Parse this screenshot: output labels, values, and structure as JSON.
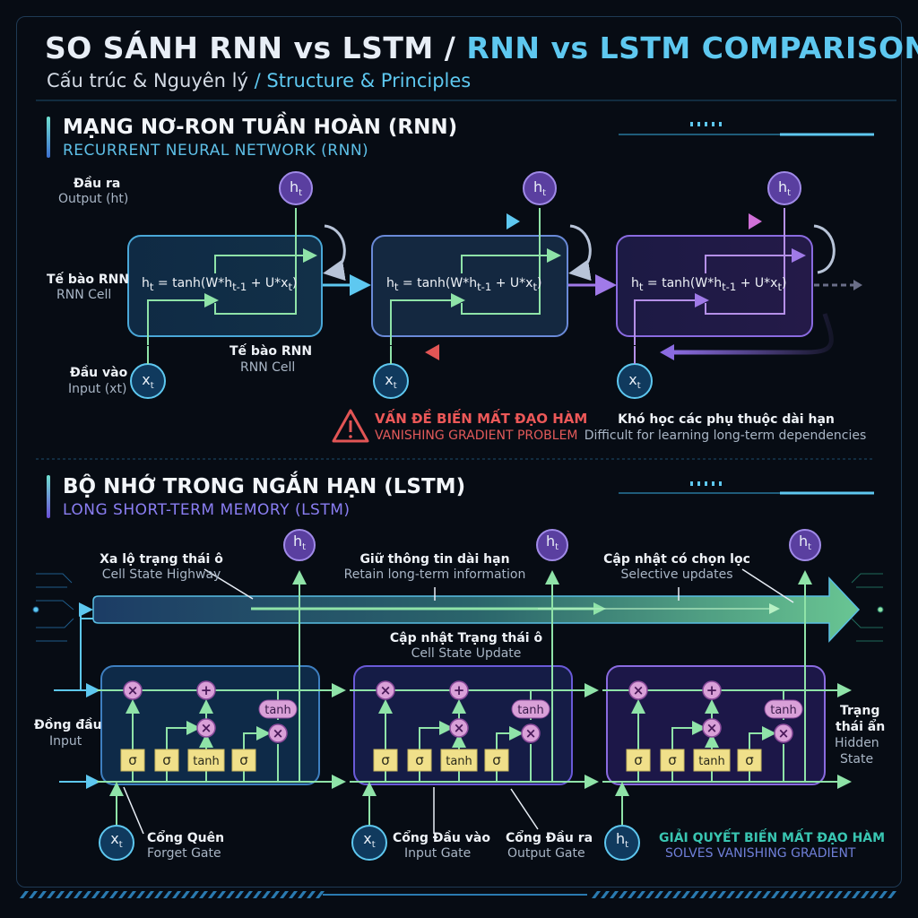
{
  "header": {
    "title_vi": "SO SÁNH RNN vs LSTM /",
    "title_en": "RNN vs LSTM COMPARISON",
    "subtitle_vi": "Cấu trúc & Nguyên lý",
    "subtitle_en": "/ Structure & Principles"
  },
  "rnn": {
    "title": "MẠNG NƠ-RON TUẦN HOÀN (RNN)",
    "subtitle": "RECURRENT NEURAL NETWORK (RNN)",
    "output_vi": "Đầu ra",
    "output_en": "Output (ht)",
    "cell_vi": "Tế bào RNN",
    "cell_en": "RNN Cell",
    "input_vi": "Đầu vào",
    "input_en": "Input (xt)",
    "cell2_vi": "Tế bào RNN",
    "cell2_en": "RNN Cell",
    "formula": "h_t = tanh(W*h_t-1 + U*x_t)",
    "node_h": "h_t",
    "node_x": "x_t",
    "warning_vi": "VẤN ĐỀ BIẾN MẤT ĐẠO HÀM",
    "warning_en": "VANISHING GRADIENT PROBLEM",
    "difficulty_vi": "Khó học các phụ thuộc dài hạn",
    "difficulty_en": "Difficult for learning long-term dependencies"
  },
  "lstm": {
    "title": "BỘ NHỚ TRONG NGẮN HẠN (LSTM)",
    "subtitle": "LONG SHORT-TERM MEMORY (LSTM)",
    "highway_vi": "Xa lộ trạng thái ô",
    "highway_en": "Cell State Highway",
    "retain_vi": "Giữ thông tin dài hạn",
    "retain_en": "Retain long-term information",
    "selective_vi": "Cập nhật có chọn lọc",
    "selective_en": "Selective updates",
    "update_vi": "Cập nhật Trạng thái ô",
    "update_en": "Cell State Update",
    "input_vi": "Đồng đầu",
    "input_en": "Input",
    "hidden_vi_1": "Trạng",
    "hidden_vi_2": "thái ẩn",
    "hidden_en_1": "Hidden",
    "hidden_en_2": "State",
    "forget_vi": "Cổng Quên",
    "forget_en": "Forget Gate",
    "inputgate_vi": "Cổng Đầu vào",
    "inputgate_en": "Input Gate",
    "outputgate_vi": "Cổng Đầu ra",
    "outputgate_en": "Output Gate",
    "solve_vi": "GIẢI QUYẾT BIẾN MẤT ĐẠO HÀM",
    "solve_en": "SOLVES VANISHING GRADIENT",
    "sigma": "σ",
    "tanh": "tanh",
    "mult": "×",
    "plus": "+",
    "node_h": "h_t",
    "node_x": "x_t"
  },
  "colors": {
    "background": "#070c14",
    "cyan": "#5ec8f0",
    "green": "#8fe3a8",
    "purple": "#8a6be0",
    "red": "#e25555",
    "gate_yellow": "#f0e08a",
    "tanh_pink": "#d9a0d8"
  },
  "icons": [
    "warning-icon"
  ]
}
